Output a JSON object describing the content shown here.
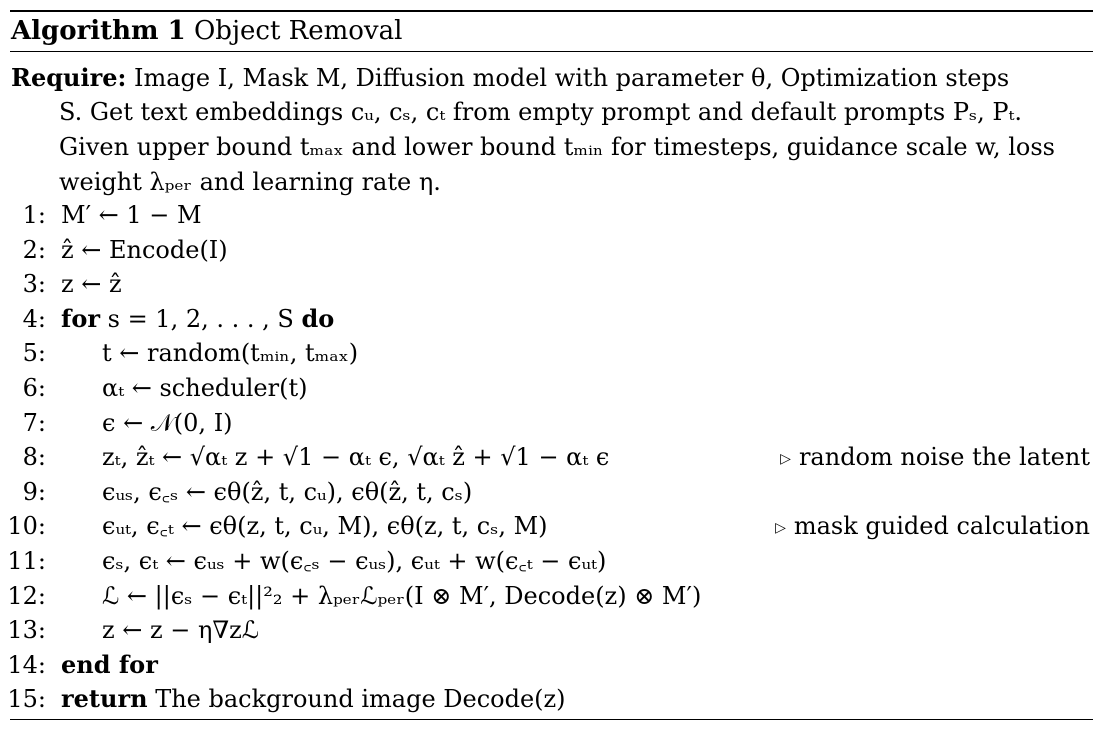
{
  "algorithm": {
    "label": "Algorithm 1",
    "title": "Object Removal"
  },
  "require": {
    "keyword": "Require:",
    "lines": [
      "Image I, Mask M, Diffusion model with parameter θ, Optimization steps",
      "S. Get text embeddings cᵤ, cₛ, cₜ from empty prompt and default prompts Pₛ, Pₜ.",
      "Given upper bound tₘₐₓ and lower bound tₘᵢₙ for timesteps, guidance scale w, loss",
      "weight λₚₑᵣ and learning rate η."
    ]
  },
  "steps": [
    {
      "num": "1:",
      "text": "M′ ← 1 − M",
      "indent": 0
    },
    {
      "num": "2:",
      "text": "ẑ ← Encode(I)",
      "indent": 0
    },
    {
      "num": "3:",
      "text": "z ← ẑ",
      "indent": 0
    },
    {
      "num": "4:",
      "kw": "for",
      "text": "s = 1, 2, . . . , S",
      "kw_end": "do",
      "indent": 0
    },
    {
      "num": "5:",
      "text": "t ← random(tₘᵢₙ, tₘₐₓ)",
      "indent": 1
    },
    {
      "num": "6:",
      "text": "αₜ ← scheduler(t)",
      "indent": 1
    },
    {
      "num": "7:",
      "text": "ϵ ← 𝒩(0, I)",
      "indent": 1
    },
    {
      "num": "8:",
      "text": "zₜ, ẑₜ ← √αₜ z + √1 − αₜ ϵ, √αₜ ẑ + √1 − αₜ ϵ",
      "indent": 1,
      "comment": "random noise the latent"
    },
    {
      "num": "9:",
      "text": "ϵᵤₛ, ϵ꜀ₛ ← ϵθ(ẑ, t, cᵤ), ϵθ(ẑ, t, cₛ)",
      "indent": 1
    },
    {
      "num": "10:",
      "text": "ϵᵤₜ, ϵ꜀ₜ ← ϵθ(z, t, cᵤ, M), ϵθ(z, t, cₛ, M)",
      "indent": 1,
      "comment": "mask guided calculation"
    },
    {
      "num": "11:",
      "text": "ϵₛ, ϵₜ ← ϵᵤₛ + w(ϵ꜀ₛ − ϵᵤₛ), ϵᵤₜ + w(ϵ꜀ₜ − ϵᵤₜ)",
      "indent": 1
    },
    {
      "num": "12:",
      "text": "ℒ ← ||ϵₛ − ϵₜ||²₂ + λₚₑᵣℒₚₑᵣ(I ⊗ M′, Decode(z) ⊗ M′)",
      "indent": 1
    },
    {
      "num": "13:",
      "text": "z ← z − η∇zℒ",
      "indent": 1
    },
    {
      "num": "14:",
      "kw": "end for",
      "text": "",
      "indent": 0
    },
    {
      "num": "15:",
      "kw": "return",
      "text": "The background image Decode(z)",
      "indent": 0
    }
  ]
}
